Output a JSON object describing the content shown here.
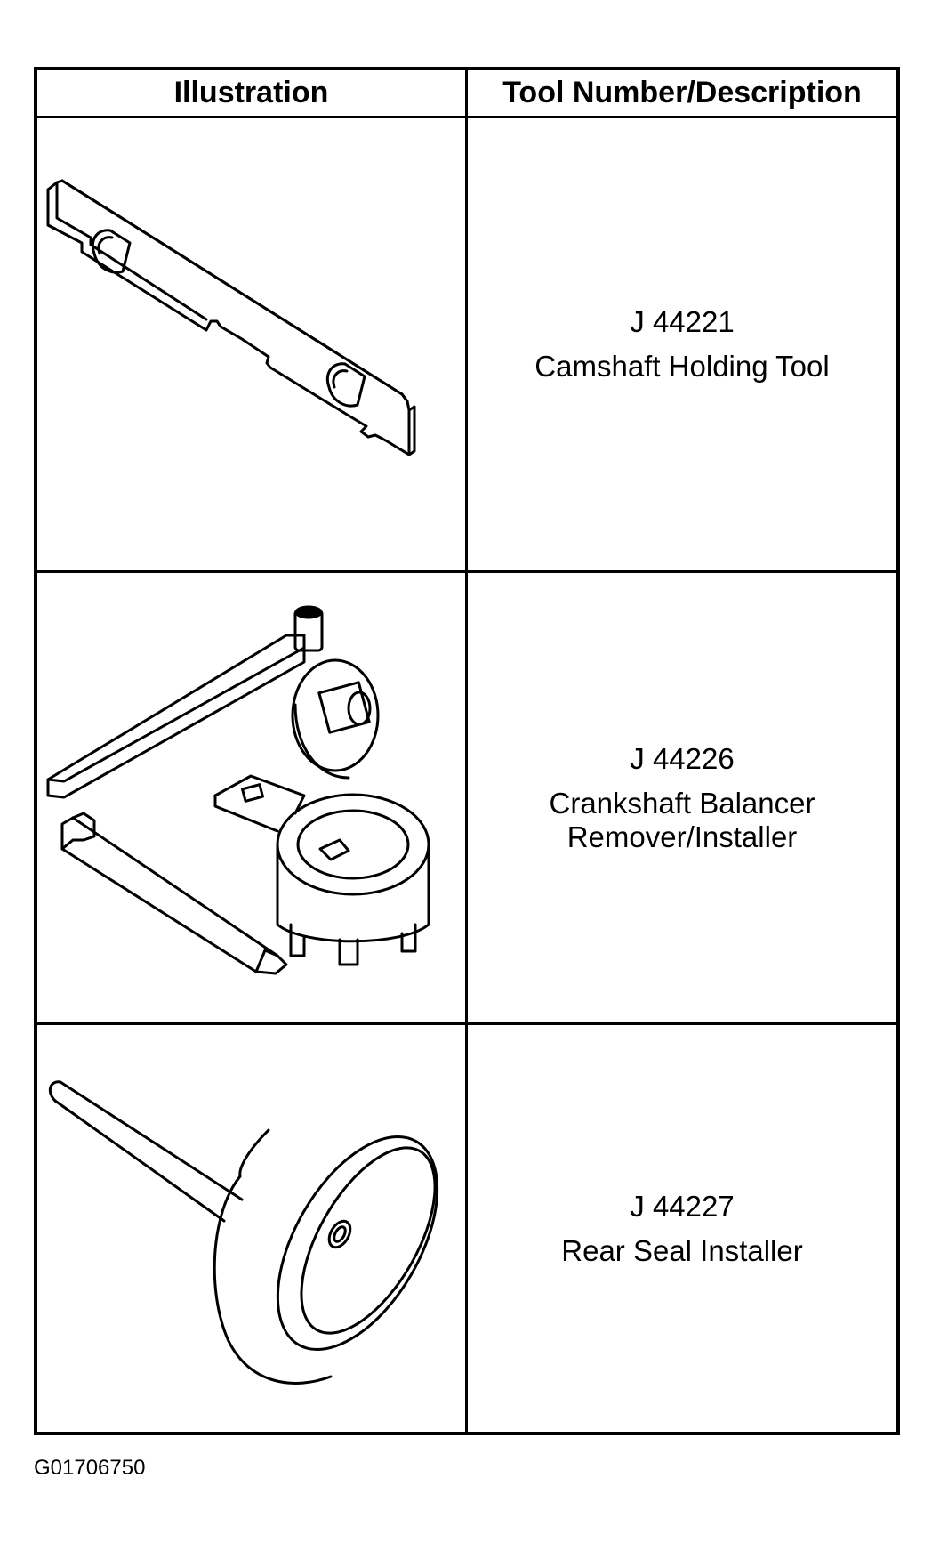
{
  "table": {
    "headers": {
      "illustration": "Illustration",
      "description": "Tool Number/Description"
    },
    "rows": [
      {
        "tool_number": "J 44221",
        "description_lines": [
          "Camshaft Holding Tool"
        ],
        "icon": "camshaft-holding-tool-icon"
      },
      {
        "tool_number": "J 44226",
        "description_lines": [
          "Crankshaft Balancer",
          "Remover/Installer"
        ],
        "icon": "crankshaft-balancer-tool-icon"
      },
      {
        "tool_number": "J 44227",
        "description_lines": [
          "Rear Seal Installer"
        ],
        "icon": "rear-seal-installer-icon"
      }
    ]
  },
  "footer": {
    "figure_code": "G01706750"
  }
}
